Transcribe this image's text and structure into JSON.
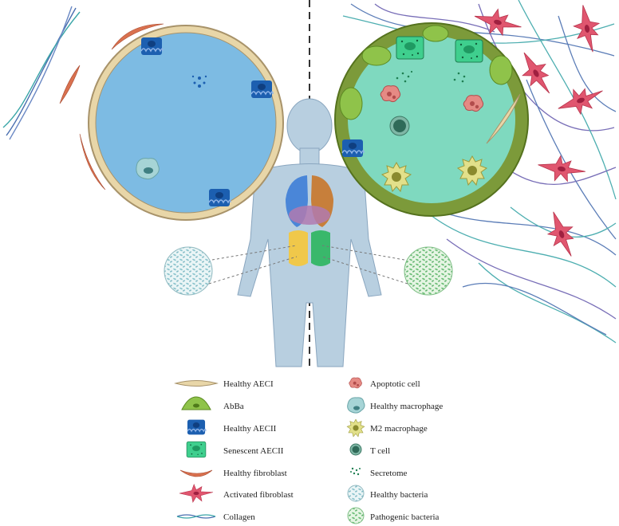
{
  "legend": {
    "left": [
      {
        "key": "healthy-aeci",
        "label": "Healthy AECI"
      },
      {
        "key": "abba",
        "label": "AbBa"
      },
      {
        "key": "healthy-aecii",
        "label": "Healthy AECII"
      },
      {
        "key": "senescent-aecii",
        "label": "Senescent AECII"
      },
      {
        "key": "healthy-fibroblast",
        "label": "Healthy fibroblast"
      },
      {
        "key": "activated-fibroblast",
        "label": "Activated fibroblast"
      },
      {
        "key": "collagen",
        "label": "Collagen"
      }
    ],
    "right": [
      {
        "key": "apoptotic-cell",
        "label": "Apoptotic cell"
      },
      {
        "key": "healthy-macrophage",
        "label": "Healthy macrophage"
      },
      {
        "key": "m2-macrophage",
        "label": "M2 macrophage"
      },
      {
        "key": "t-cell",
        "label": "T cell"
      },
      {
        "key": "secretome",
        "label": "Secretome"
      },
      {
        "key": "healthy-bacteria",
        "label": "Healthy bacteria"
      },
      {
        "key": "pathogenic-bacteria",
        "label": "Pathogenic bacteria"
      }
    ]
  },
  "colors": {
    "healthy_alveolus": "#7dbbe3",
    "fibrotic_alveolus": "#7fd9bf",
    "aeci": "#e8d6a8",
    "aeci_border": "#a8936a",
    "abba": "#8fc34a",
    "aecii": "#1c5fb0",
    "senescent": "#3fcf8e",
    "fibroblast": "#d9714f",
    "activated_fibroblast": "#e0566f",
    "collagen_a": "#4a6fb0",
    "collagen_b": "#3aa6a8",
    "body": "#b8cfe0",
    "divider": "#333333"
  }
}
